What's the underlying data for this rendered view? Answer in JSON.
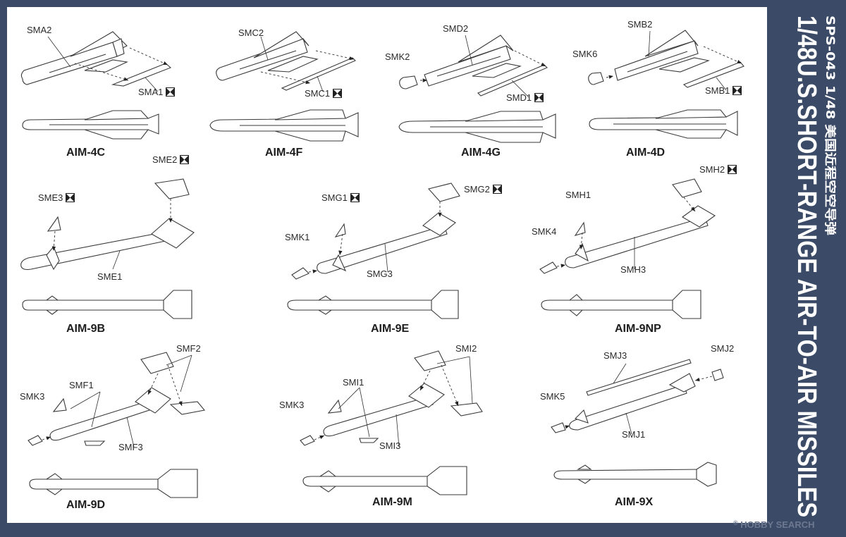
{
  "box": {
    "title": "1/48U.S.SHORT-RANGE AIR-TO-AIR MISSILES",
    "product_line": "SPS-043 1/48 美国近程空空导弹"
  },
  "watermark": {
    "brand": "HOBBY SEARCH",
    "mark": "®"
  },
  "colors": {
    "frame": "#3b4a66",
    "sheet": "#ffffff",
    "line": "#3a3a3a"
  },
  "missiles": [
    {
      "name": "AIM-4C",
      "parts": [
        "SMA2",
        "SMA1"
      ]
    },
    {
      "name": "AIM-4F",
      "parts": [
        "SMC2",
        "SMC1"
      ]
    },
    {
      "name": "AIM-4G",
      "parts": [
        "SMK2",
        "SMD2",
        "SMD1"
      ]
    },
    {
      "name": "AIM-4D",
      "parts": [
        "SMK6",
        "SMB2",
        "SMB1"
      ]
    },
    {
      "name": "AIM-9B",
      "parts": [
        "SME2",
        "SME3",
        "SME1"
      ]
    },
    {
      "name": "AIM-9E",
      "parts": [
        "SMG1",
        "SMG2",
        "SMK1",
        "SMG3"
      ]
    },
    {
      "name": "AIM-9NP",
      "parts": [
        "SMH2",
        "SMH1",
        "SMK4",
        "SMH3"
      ]
    },
    {
      "name": "AIM-9D",
      "parts": [
        "SMF2",
        "SMF1",
        "SMK3",
        "SMF3"
      ]
    },
    {
      "name": "AIM-9M",
      "parts": [
        "SMI2",
        "SMI1",
        "SMK3",
        "SMI3"
      ]
    },
    {
      "name": "AIM-9X",
      "parts": [
        "SMJ3",
        "SMJ2",
        "SMK5",
        "SMJ1"
      ]
    }
  ]
}
